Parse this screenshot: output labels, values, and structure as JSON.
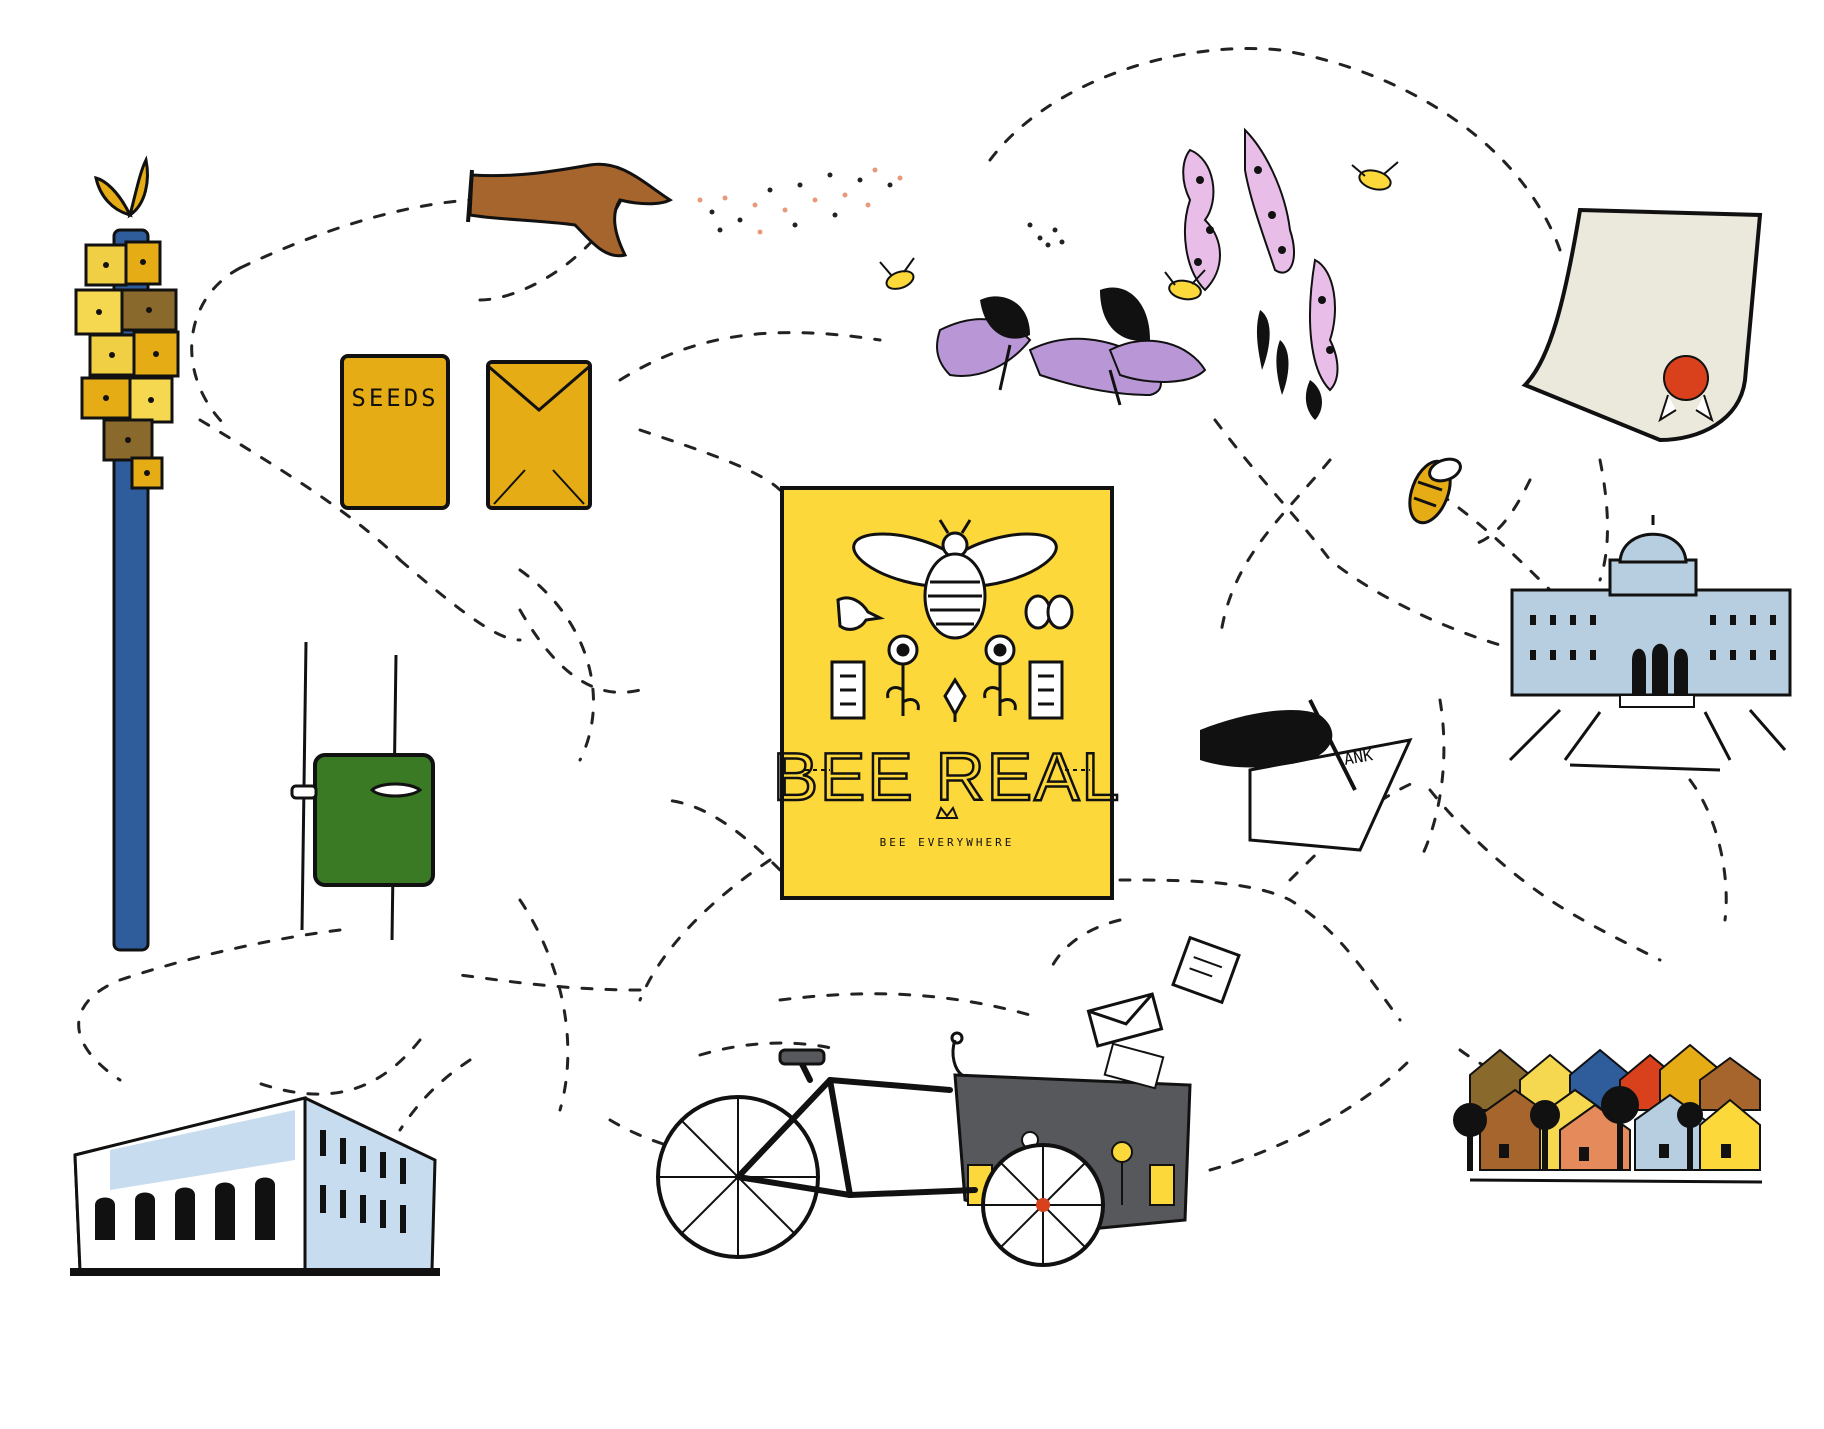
{
  "seed_packet": {
    "label": "SEEDS"
  },
  "poster": {
    "title": "BEE REAL",
    "tagline": "BEE EVERYWHERE"
  },
  "pledge_paper": {
    "text": "ANK"
  },
  "colors": {
    "poster_yellow": "#fdd83b",
    "pole_blue": "#2f5c9b",
    "packet_gold": "#e6ac16",
    "mailbox_green": "#3a7a24",
    "hand_brown": "#a5652c",
    "lilac": "#e8bde8",
    "coneflower": "#b997d6",
    "capitol_blue": "#b7cde0",
    "wax_seal": "#d9411d",
    "bike_gray": "#57585b"
  },
  "icons": [
    "bee-hotel-pole",
    "hand-scattering-seeds",
    "seed-packet",
    "seed-envelope",
    "mailbox",
    "bee-poster",
    "flowers-with-bees",
    "certificate-scroll",
    "bee",
    "state-capitol",
    "signing-hand",
    "library-building",
    "cargo-bicycle",
    "neighborhood-houses",
    "envelope",
    "letter"
  ]
}
